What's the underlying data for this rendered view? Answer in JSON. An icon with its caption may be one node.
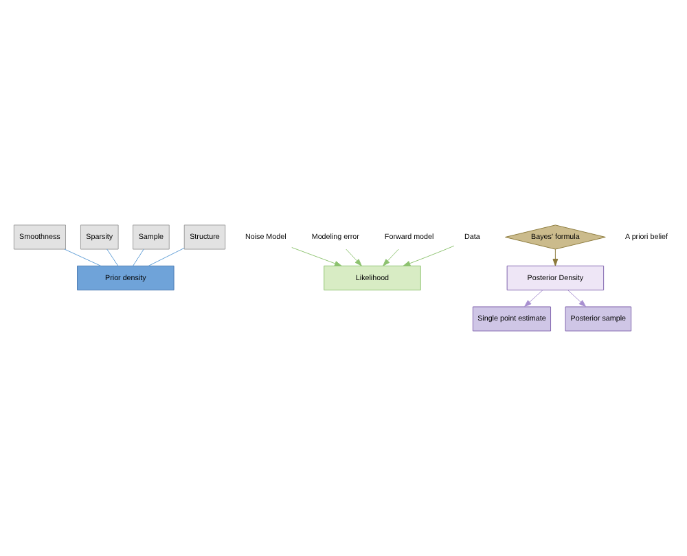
{
  "diagram": {
    "nodes": [
      {
        "text": [
          "Smoothness"
        ]
      },
      {
        "text": [
          "Sparsity"
        ]
      },
      {
        "text": [
          "Sample"
        ]
      },
      {
        "text": [
          "Structure"
        ]
      },
      {
        "text": [
          "Noise Model"
        ]
      },
      {
        "text": [
          "Modeling error"
        ]
      },
      {
        "text": [
          "Forward model"
        ]
      },
      {
        "text": [
          "Data"
        ]
      },
      {
        "text": [
          "Prior density"
        ]
      },
      {
        "text": [
          "Likelihood"
        ]
      },
      {
        "text": [
          "Bayes' formula"
        ]
      },
      {
        "text": [
          "Posterior Density"
        ]
      },
      {
        "text": [
          "Single point estimate"
        ]
      },
      {
        "text": [
          "Posterior sample"
        ]
      }
    ],
    "edges": [
      {
        "from": 0,
        "to": 8,
        "arrow": "none",
        "color": "#5b9bd5"
      },
      {
        "from": 1,
        "to": 8,
        "arrow": "none",
        "color": "#5b9bd5"
      },
      {
        "from": 2,
        "to": 8,
        "arrow": "none",
        "color": "#5b9bd5"
      },
      {
        "from": 3,
        "to": 8,
        "arrow": "none",
        "color": "#5b9bd5"
      },
      {
        "from": 4,
        "to": 9,
        "arrow": "to",
        "color": "#8dc26f"
      },
      {
        "from": 5,
        "to": 9,
        "arrow": "to",
        "color": "#8dc26f"
      },
      {
        "from": 6,
        "to": 9,
        "arrow": "to",
        "color": "#8dc26f"
      },
      {
        "from": 7,
        "to": 9,
        "arrow": "to",
        "color": "#8dc26f"
      },
      {
        "from": 10,
        "to": 11,
        "arrow": "to",
        "color": "#8c7a3c"
      },
      {
        "from": 11,
        "to": 12,
        "arrow": "to",
        "color": "#a88fd0"
      },
      {
        "from": 11,
        "to": 13,
        "arrow": "to",
        "color": "#a88fd0"
      }
    ],
    "labels": [
      "A priori belief"
    ]
  }
}
